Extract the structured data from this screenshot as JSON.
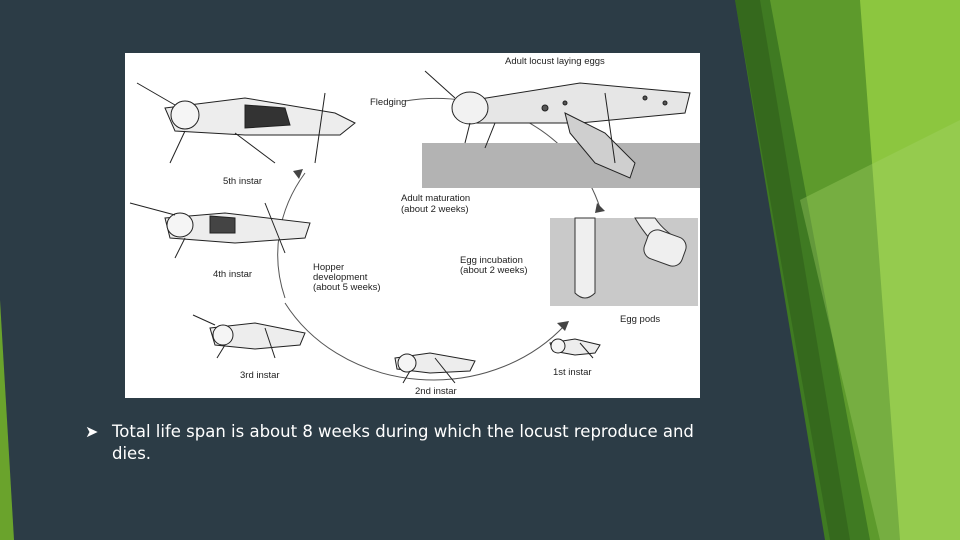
{
  "slide": {
    "colors": {
      "background": "#2c3c46",
      "accent_green": "#6aa32c",
      "light_green": "#8cc63f"
    },
    "bullet_icon": "arrow-bullet-icon",
    "bullet_text": "Total life span is about 8 weeks during which the locust reproduce and dies."
  },
  "figure": {
    "labels": {
      "adult": "Adult locust laying eggs",
      "fledging": "Fledging",
      "fifth": "5th instar",
      "adult_maturation_1": "Adult maturation",
      "adult_maturation_2": "(about 2 weeks)",
      "fourth": "4th instar",
      "hopper_1": "Hopper",
      "hopper_2": "development",
      "hopper_3": "(about 5 weeks)",
      "egg_incubation_1": "Egg incubation",
      "egg_incubation_2": "(about 2 weeks)",
      "egg_pods": "Egg pods",
      "third": "3rd instar",
      "second": "2nd instar",
      "first": "1st instar"
    }
  }
}
